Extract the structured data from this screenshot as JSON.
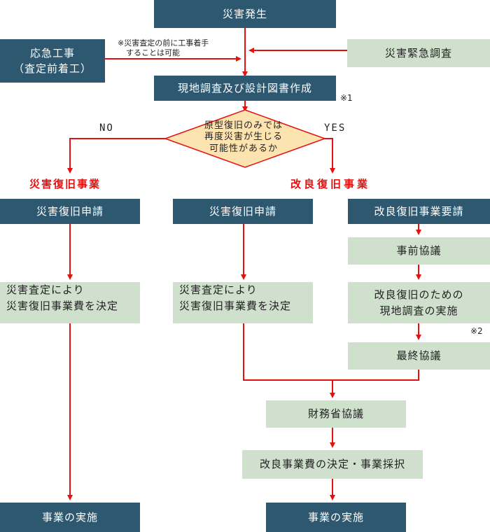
{
  "top": "災害発生",
  "emergency": {
    "line1": "応急工事",
    "line2": "（査定前着工）"
  },
  "note_before": {
    "line1": "※災害査定の前に工事着手",
    "line2": "することは可能"
  },
  "urgent_survey": "災害緊急調査",
  "survey_design": "現地調査及び設計図書作成",
  "mark1": "※1",
  "decision": {
    "line1": "原型復旧のみでは",
    "line2": "再度災害が生じる",
    "line3": "可能性があるか"
  },
  "no_label": "NO",
  "yes_label": "YES",
  "branch_left": "災害復旧事業",
  "branch_right": "改良復旧事業",
  "left_col": {
    "apply": "災害復旧申請",
    "decide1": "災害査定により",
    "decide2": "災害復旧事業費を決定",
    "implement": "事業の実施"
  },
  "mid_col": {
    "apply": "災害復旧申請",
    "decide1": "災害査定により",
    "decide2": "災害復旧事業費を決定"
  },
  "right_col": {
    "request": "改良復旧事業要請",
    "pre_consult": "事前協議",
    "survey1": "改良復旧のための",
    "survey2": "現地調査の実施",
    "mark2": "※2",
    "final": "最終協議"
  },
  "finance": "財務省協議",
  "adoption": "改良事業費の決定・事業採択",
  "implement": "事業の実施",
  "colors": {
    "dark_box": "#2e5870",
    "light_box": "#cfe0cd",
    "arrow": "#e5100f",
    "diamond": "#fde3b0",
    "diamond_border": "#e5100f"
  }
}
